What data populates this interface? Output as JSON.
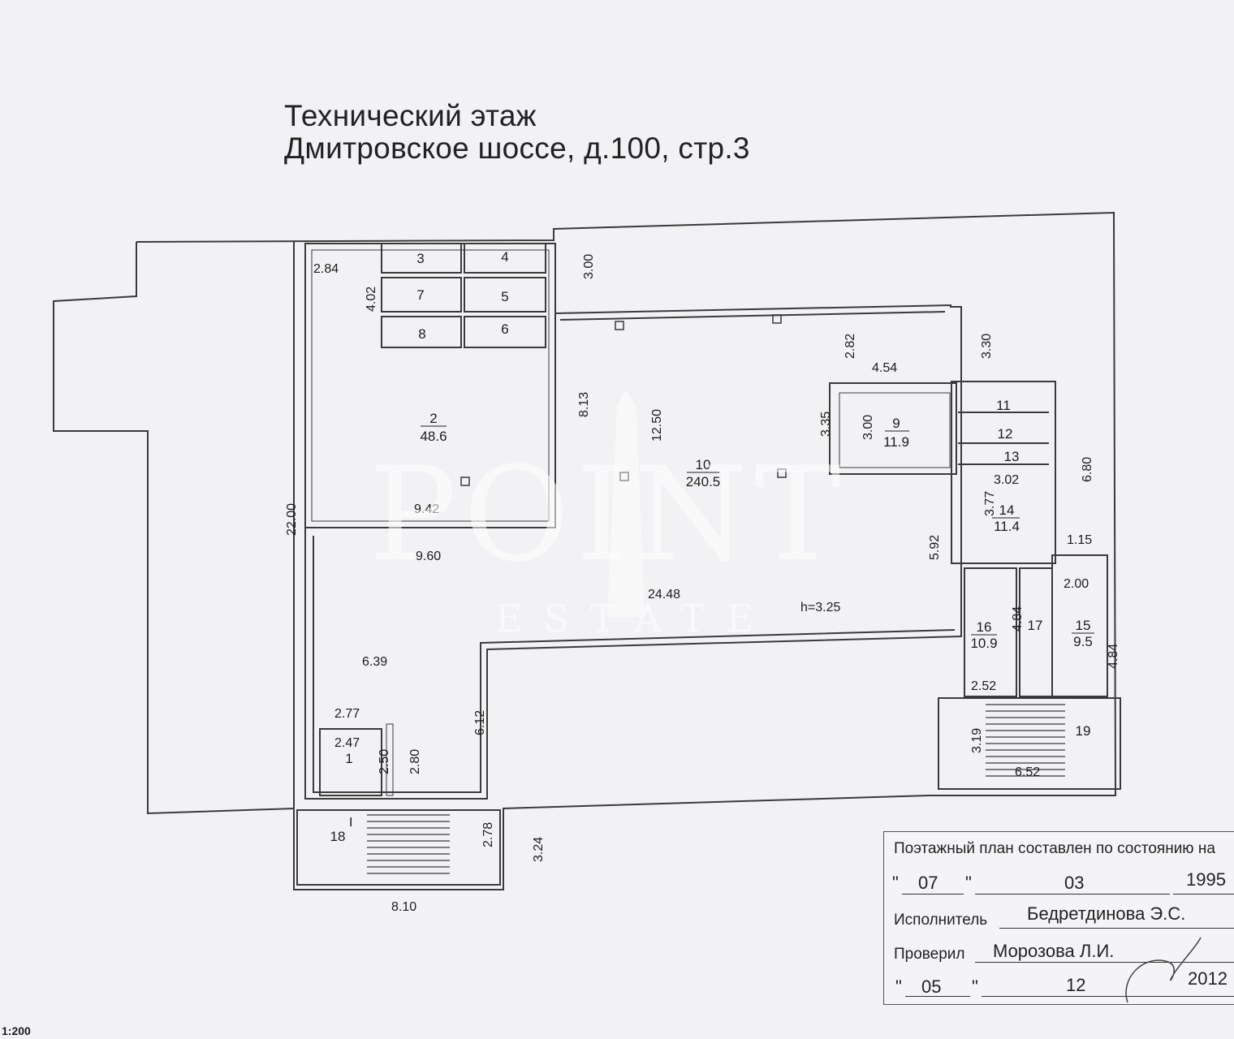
{
  "title": {
    "line1": "Технический этаж",
    "line2": "Дмитровское шоссе, д.100, стр.3"
  },
  "scale": "1:200",
  "watermark": {
    "brand": "POINT",
    "sub": "ESTATE"
  },
  "rooms": [
    {
      "num": "1"
    },
    {
      "num": "2",
      "area": "48.6"
    },
    {
      "num": "3"
    },
    {
      "num": "4"
    },
    {
      "num": "5"
    },
    {
      "num": "6"
    },
    {
      "num": "7"
    },
    {
      "num": "8"
    },
    {
      "num": "9",
      "area": "11.9"
    },
    {
      "num": "10",
      "area": "240.5"
    },
    {
      "num": "11"
    },
    {
      "num": "12"
    },
    {
      "num": "13"
    },
    {
      "num": "14",
      "area": "11.4"
    },
    {
      "num": "15",
      "area": "9.5"
    },
    {
      "num": "16",
      "area": "10.9"
    },
    {
      "num": "17"
    },
    {
      "num": "18"
    },
    {
      "num": "19"
    }
  ],
  "dimensions": [
    "2.84",
    "4.02",
    "3.00",
    "8.13",
    "12.50",
    "3.35",
    "3.00",
    "2.82",
    "4.54",
    "3.30",
    "9.42",
    "9.60",
    "22.00",
    "24.48",
    "h=3.25",
    "5.92",
    "3.02",
    "3.77",
    "6.80",
    "1.15",
    "2.00",
    "4.84",
    "4.84",
    "6.39",
    "2.77",
    "2.47",
    "2.50",
    "2.80",
    "6.12",
    "2.52",
    "3.19",
    "6.52",
    "2.78",
    "3.24",
    "8.10",
    "I"
  ],
  "stamp": {
    "heading": "Поэтажный план составлен по состоянию на",
    "date1": {
      "day": "07",
      "month": "03",
      "year": "1995"
    },
    "executor_label": "Исполнитель",
    "executor_name": "Бедретдинова Э.С.",
    "checked_label": "Проверил",
    "checked_name": "Морозова Л.И.",
    "date2": {
      "day": "05",
      "month": "12",
      "year": "2012"
    }
  }
}
